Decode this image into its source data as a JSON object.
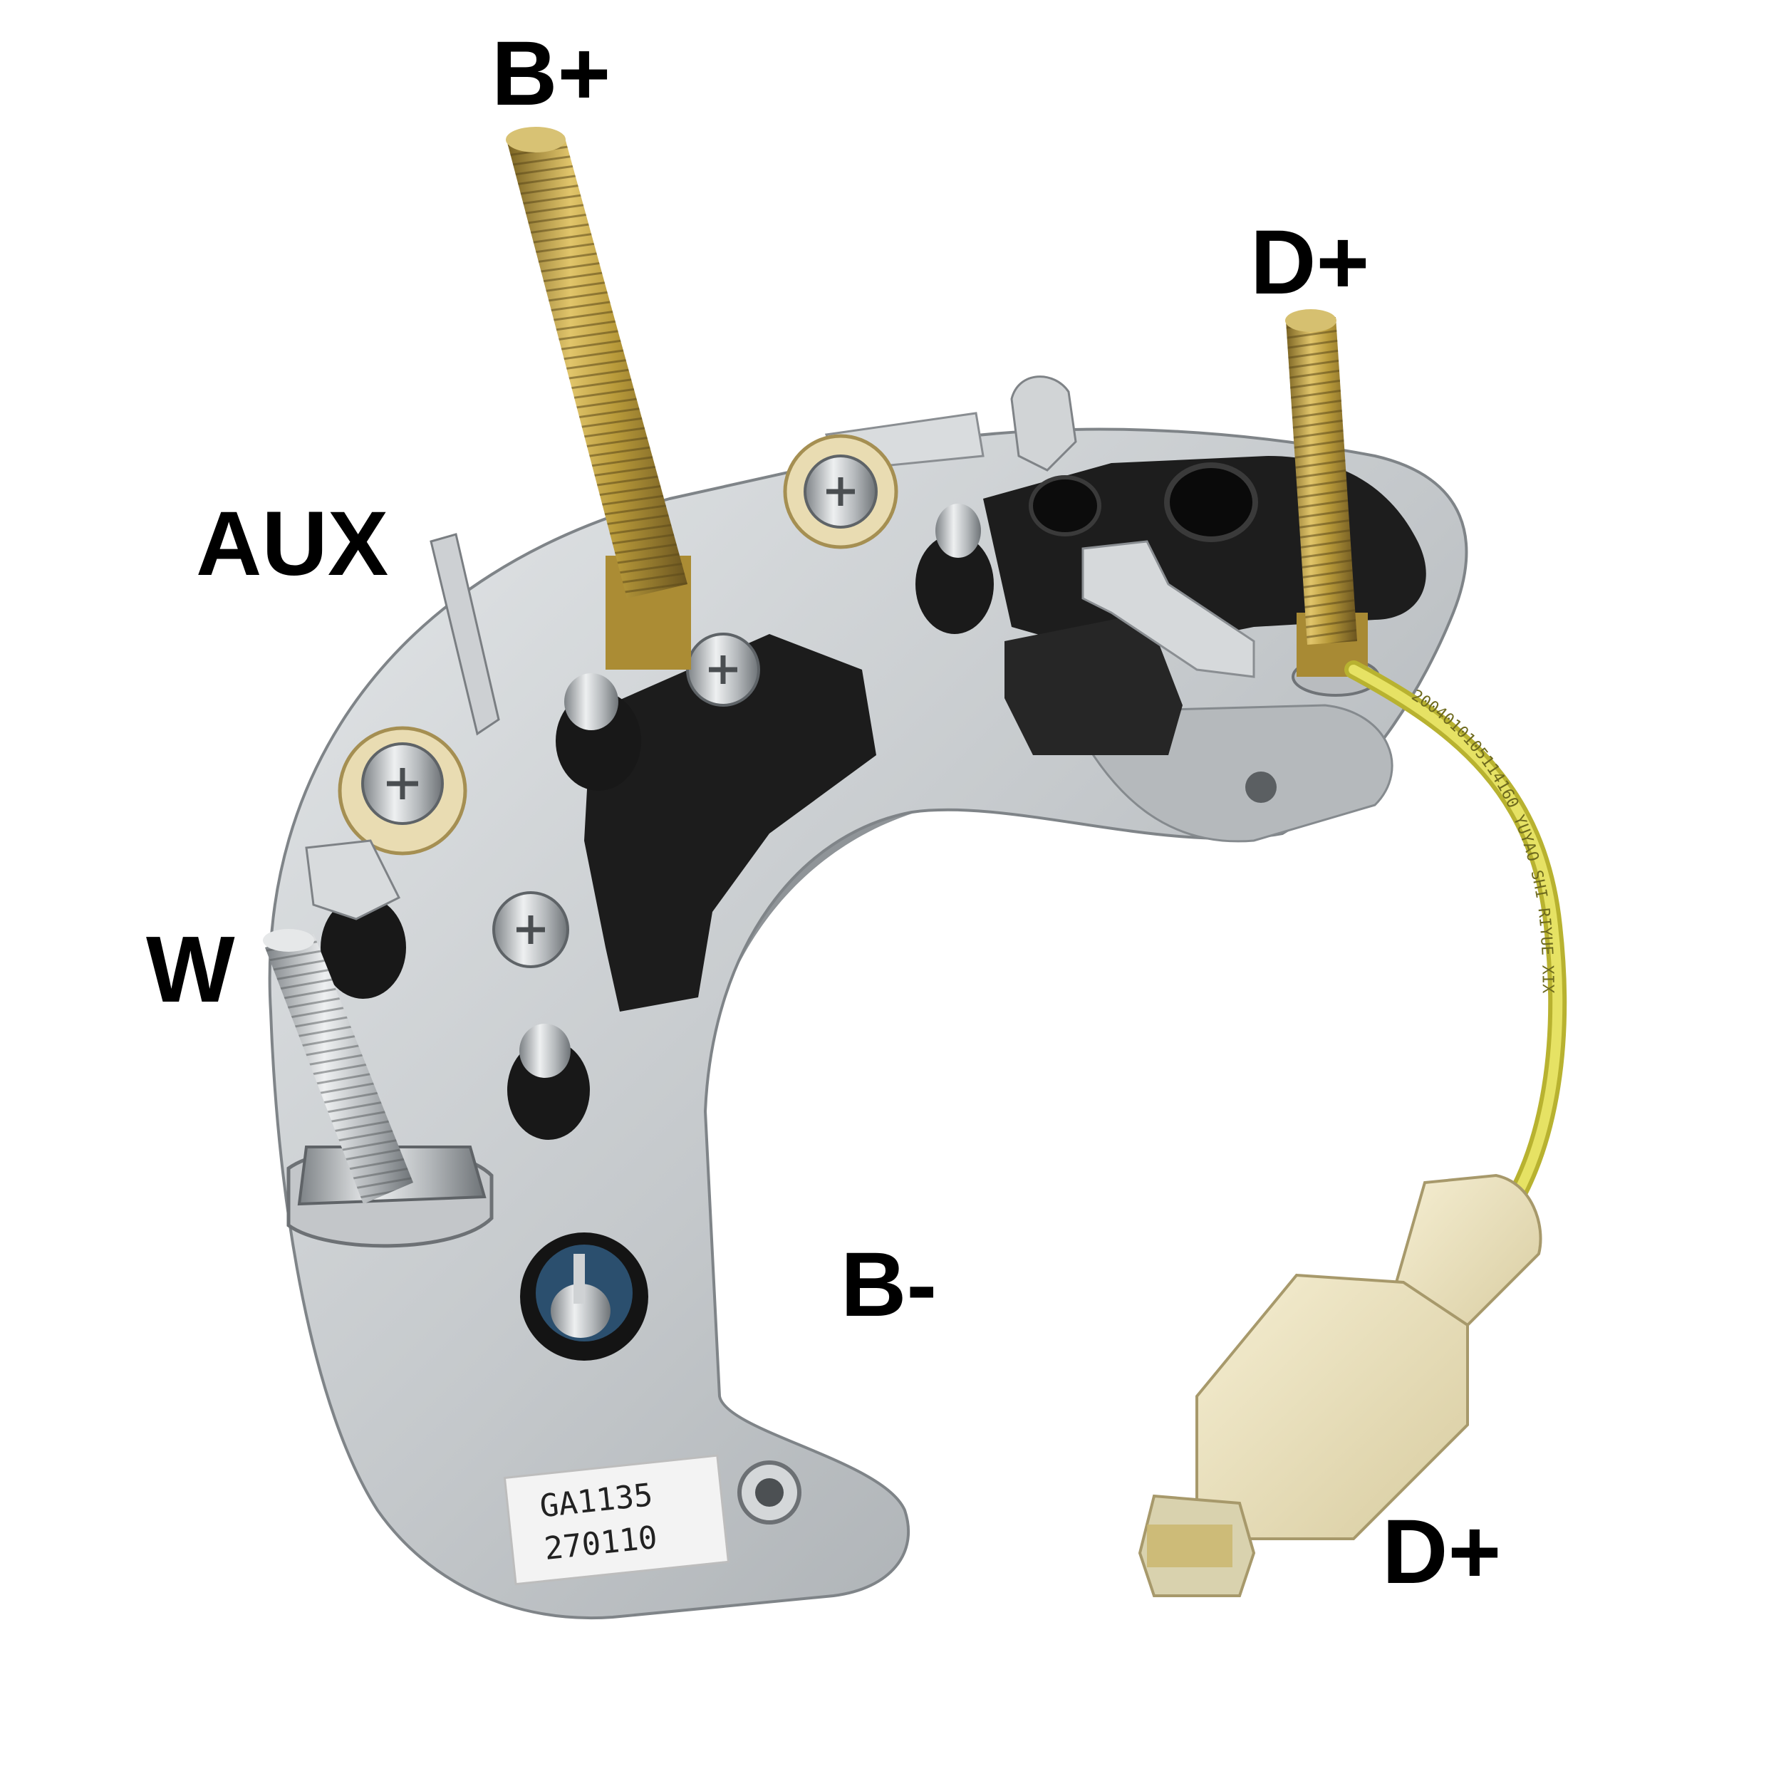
{
  "labels": {
    "b_plus": "B+",
    "d_plus_top": "D+",
    "aux": "AUX",
    "w": "W",
    "b_minus": "B-",
    "d_plus_connector": "D+"
  },
  "sticker": {
    "line1": "GA1135",
    "line2": "270110"
  },
  "wire_print": "2004010105114160  YUYAO  SHI  RIYUE  XIX",
  "colors": {
    "background": "#ffffff",
    "plate": "#c9cdd0",
    "bakelite": "#1c1c1c",
    "brass_stud": "#b89a3a",
    "wire": "#d8d44a",
    "connector": "#ece3bd",
    "label_text": "#000000"
  }
}
